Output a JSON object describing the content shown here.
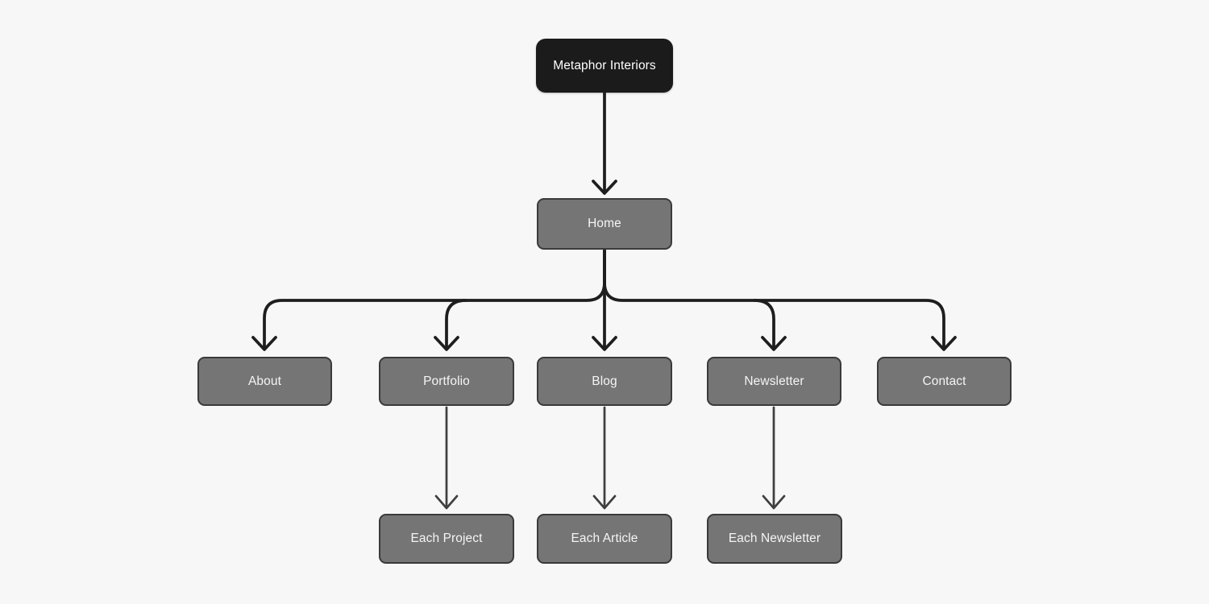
{
  "diagram": {
    "type": "sitemap-flowchart",
    "title_node": "Metaphor Interiors",
    "colors": {
      "background": "#f7f7f7",
      "root_fill": "#1b1b1b",
      "root_text": "#ffffff",
      "node_fill": "#757575",
      "node_border": "#3a3a3a",
      "node_text": "#f5f5f5",
      "connector_main": "#1e1e1e",
      "connector_sub": "#3f3f3f"
    },
    "nodes": {
      "root": {
        "label": "Metaphor Interiors"
      },
      "home": {
        "label": "Home"
      },
      "about": {
        "label": "About"
      },
      "portfolio": {
        "label": "Portfolio"
      },
      "blog": {
        "label": "Blog"
      },
      "newsletter": {
        "label": "Newsletter"
      },
      "contact": {
        "label": "Contact"
      },
      "each_project": {
        "label": "Each Project"
      },
      "each_article": {
        "label": "Each Article"
      },
      "each_newsletter": {
        "label": "Each Newsletter"
      }
    },
    "edges": [
      {
        "from": "root",
        "to": "home"
      },
      {
        "from": "home",
        "to": "about"
      },
      {
        "from": "home",
        "to": "portfolio"
      },
      {
        "from": "home",
        "to": "blog"
      },
      {
        "from": "home",
        "to": "newsletter"
      },
      {
        "from": "home",
        "to": "contact"
      },
      {
        "from": "portfolio",
        "to": "each_project"
      },
      {
        "from": "blog",
        "to": "each_article"
      },
      {
        "from": "newsletter",
        "to": "each_newsletter"
      }
    ]
  }
}
